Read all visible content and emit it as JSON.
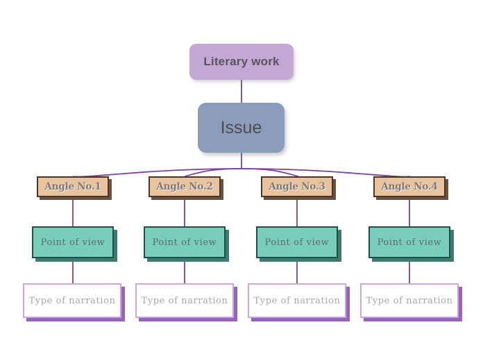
{
  "diagram": {
    "type": "tree-diagram",
    "root": {
      "label": "Literary work",
      "fill": "#c4a8d4",
      "text_color": "#57545c"
    },
    "issue": {
      "label": "Issue",
      "fill": "#8b9dba",
      "text_color": "#4c4c52"
    },
    "connector_color": "#7a3fa0",
    "branches": [
      {
        "angle": "Angle No.1",
        "point_of_view": "Point  of  view",
        "narration": "Type  of  narration"
      },
      {
        "angle": "Angle No.2",
        "point_of_view": "Point  of  view",
        "narration": "Type  of  narration"
      },
      {
        "angle": "Angle No.3",
        "point_of_view": "Point  of  view",
        "narration": "Type  of  narration"
      },
      {
        "angle": "Angle No.4",
        "point_of_view": "Point  of  view",
        "narration": "Type  of  narration"
      }
    ],
    "styles": {
      "angle_fill": "#e8c3a0",
      "angle_border": "#4a3526",
      "angle_shadow": "#6b5140",
      "pov_fill": "#79cdbd",
      "pov_border": "#1e4f48",
      "pov_shadow": "#3f7a70",
      "narration_fill": "#ffffff",
      "narration_border": "#c9a8dd",
      "narration_shadow": "#9a62bd"
    }
  }
}
